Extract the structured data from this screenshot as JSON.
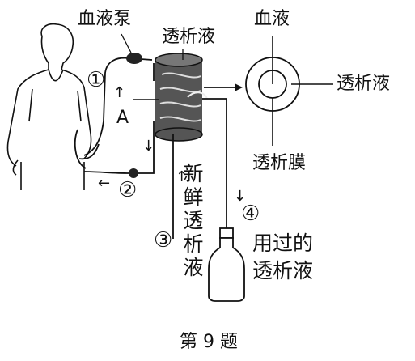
{
  "labels": {
    "pump": "血液泵",
    "dialysate_top": "透析液",
    "blood": "血液",
    "dialysate_right": "透析液",
    "membrane": "透析膜",
    "point_a": "A",
    "fresh_chars": [
      "新",
      "鲜",
      "透",
      "析",
      "液"
    ],
    "used_line1": "用过的",
    "used_line2": "透析液",
    "arrow_up_glyph": "↑",
    "arrow_down_glyph": "↓"
  },
  "markers": [
    "①",
    "②",
    "③",
    "④"
  ],
  "caption": "第 9 题"
}
